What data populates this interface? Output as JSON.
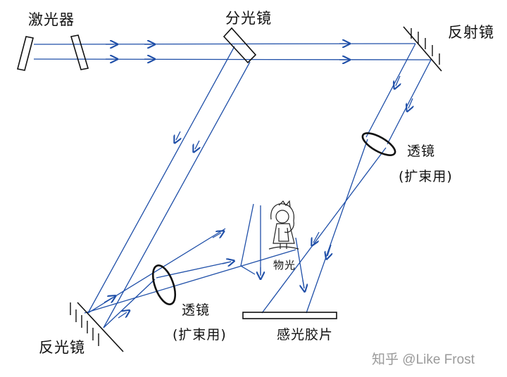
{
  "labels": {
    "laser": "激光器",
    "beam_splitter": "分光镜",
    "reflector_top": "反射镜",
    "lens_right": "透镜",
    "lens_right_note": "(扩束用)",
    "reflector_bottom": "反光镜",
    "lens_left": "透镜",
    "lens_left_note": "(扩束用)",
    "object_light": "物光",
    "film": "感光胶片"
  },
  "watermark": "知乎 @Like Frost",
  "colors": {
    "beam": "#1f4fa8",
    "ink": "#111111",
    "watermark": "#9a9a9a"
  }
}
